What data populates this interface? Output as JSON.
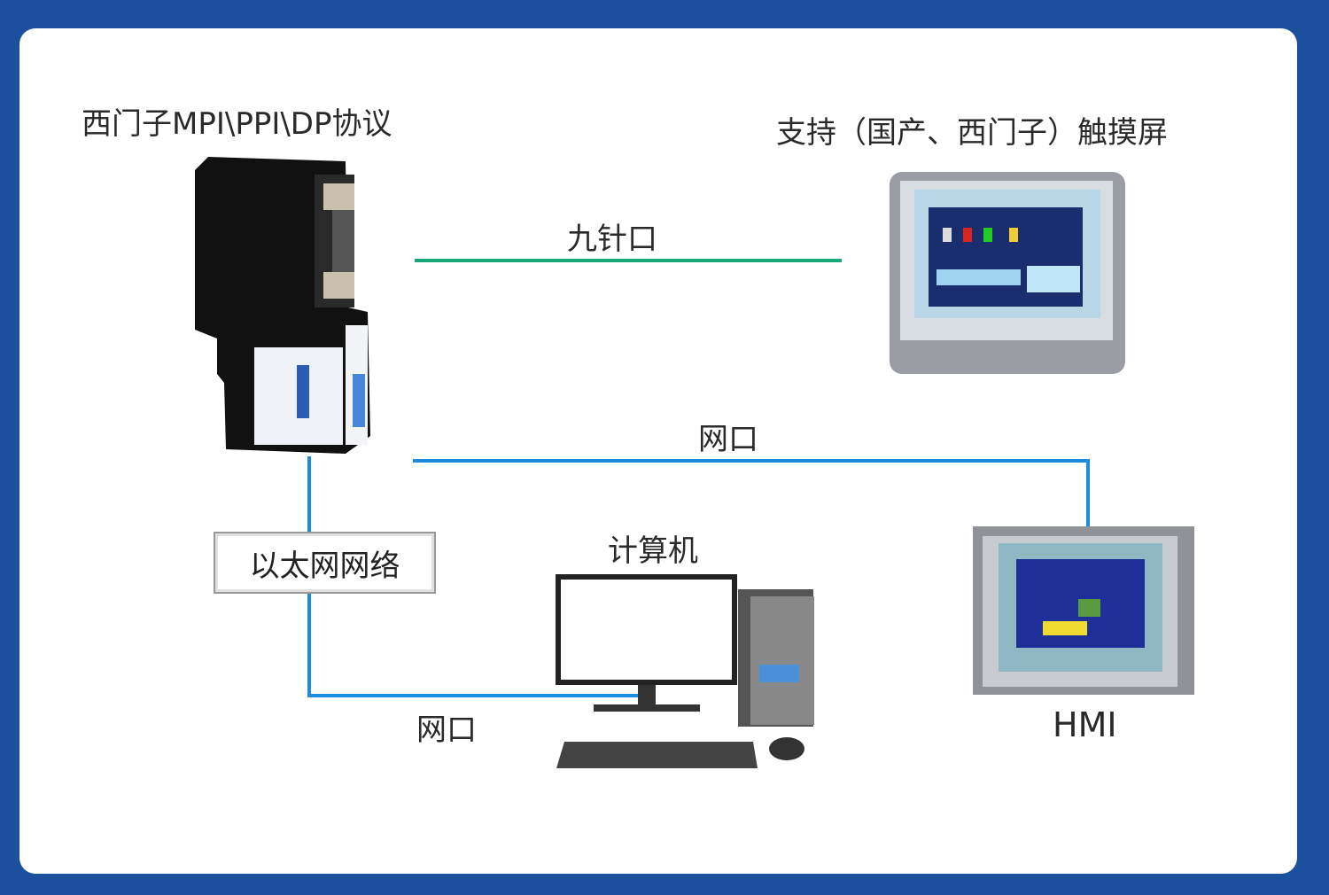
{
  "labels": {
    "protocol": "西门子MPI\\PPI\\DP协议",
    "touchscreen": "支持（国产、西门子）触摸屏",
    "nine_pin": "九针口",
    "net_port_top": "网口",
    "ethernet": "以太网网络",
    "computer": "计算机",
    "net_port_bottom": "网口",
    "hmi": "HMI"
  },
  "colors": {
    "frame": "#1b509e",
    "serial_line": "#19a77a",
    "ethernet_line": "#1d8be0"
  }
}
